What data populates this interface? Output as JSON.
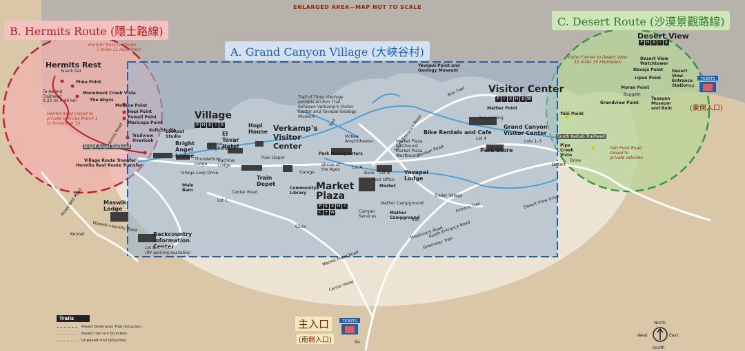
{
  "banner": "ENLARGED AREA—MAP NOT TO SCALE",
  "routes": {
    "hermits": "B. Hermits Route (隱士路線)",
    "village": "A. Grand Canyon Village (大峽谷村)",
    "desert": "C. Desert Route (沙漠景觀路線)"
  },
  "entrances": {
    "east": "(東側入口)",
    "main": "主入口",
    "main_sub": "(南側入口)"
  },
  "ticket_label": "TICKETS",
  "hwy_number": "64",
  "hermits": {
    "title": "Hermits Rest",
    "snack": "Snack bar",
    "dist": "Hermits Rest to Village",
    "dist2": "7 miles 11 kilometers",
    "trailhead": "To Hermit Trailhead",
    "trail_dist": "0.25 mi 0.40 km",
    "pima": "Pima Point",
    "monument": "Monument Creek Vista",
    "abyss": "The Abyss",
    "mohave": "Mohave Point",
    "hopi_pt": "Hopi Point",
    "powell": "Powell Point",
    "maricopa": "Maricopa Point",
    "trailview": "Trailview Overlook",
    "road_note": "Hermit Road closed to private vehicles March 1 to November 30",
    "hermit_road": "Hermit Road",
    "bright_angel_th": "Bright Angel Trailhead",
    "transfer1": "Village Route Transfer",
    "transfer2": "Hermits Rest Route Transfer"
  },
  "village": {
    "village": "Village",
    "kolb": "Kolb Studio",
    "lookout": "Lookout Studio",
    "bright_angel": "Bright Angel Lodge",
    "thunderbird": "Thunderbird Lodge",
    "kachina": "Kachina Lodge",
    "amph": "Village Amphitheater",
    "el_tovar": "El Tovar Hotel",
    "hopi_house": "Hopi House",
    "verkamps": "Verkamp's Visitor Center",
    "train_depot": "Train Depot",
    "mule_barn": "Mule Barn",
    "village_loop": "Village Loop Drive",
    "garage": "Garage",
    "community": "Community Library",
    "center_road": "Center Road",
    "lot_c": "Lot C",
    "maswik": "Maswik Lodge",
    "backcountry": "Backcountry Information Center",
    "lot_d": "Lot D",
    "rv": "(RV parking available)",
    "kennel": "Kennel",
    "rowe_well": "Rowe Well Road",
    "laundry": "Maswik Laundry Road",
    "clinic": "Clinic",
    "trail_of_time": "Trail of Time: Geology exhibits on Rim Trail between Verkamp's Visitor Center and Yavapai Geology Museum",
    "yavapai": "Yavapai Point and Geology Museum",
    "rim_trail": "Rim Trail",
    "trail": "Trail",
    "mckee": "McKee Amphitheater",
    "park_hq": "Park Headquarters",
    "shrine": "Shrine of the Ages",
    "lot_a": "Lot A",
    "bank": "Bank",
    "post": "Post Office",
    "lot_b": "Lot B",
    "market_plaza": "Market Plaza",
    "market": "Market",
    "mp_east": "Market Plaza Eastbound",
    "mp_west": "Market Plaza Westbound",
    "yavapai_lodge": "Yavapai Lodge",
    "mather_cg": "Mather Campground",
    "mather_cg2": "Mather Campground",
    "camper": "Camper Services",
    "trailer": "Trailer Village",
    "market_plaza_rd": "Market Plaza Road",
    "center_road2": "Center Road",
    "south_entrance": "South Entrance Road",
    "yavapai_rd": "Yavapai Road",
    "bike": "Bike Rentals and Cafe",
    "visitor_center": "Visitor Center",
    "gc_visitor": "Grand Canyon Visitor Center",
    "mather_pt": "Mather Point",
    "bus_parking": "Bus parking",
    "lot4": "Lot 4",
    "lots": "Lots 1–3",
    "park_store": "Park Store",
    "desert_view_rd": "Desert View Drive",
    "missionary": "Missionary Road",
    "greenway": "Greenway Trail",
    "arizona": "Arizona Trail",
    "trail2": "Trail"
  },
  "desert": {
    "title": "Desert View",
    "vc_dist": "Visitor Center to Desert View",
    "vc_dist2": "22 miles 35 kilometers",
    "dv_watch": "Desert View Watchtower",
    "navajo": "Navajo Point",
    "lipan": "Lipan Point",
    "dv_entrance": "Desert View Entrance Station",
    "moran": "Moran Point",
    "buggeln": "Buggeln",
    "tusayan": "Tusayan Museum and Ruin",
    "grandview": "Grandview Point",
    "yaki": "Yaki Point",
    "kaibab": "South Kaibab Trailhead",
    "pipe_creek": "Pipe Creek Vista",
    "yaki_note": "Yaki Point Road closed to private vehicles",
    "desert": "Desert",
    "drive": "Drive"
  },
  "legend": {
    "head": "Trails",
    "row1": "Paved Greenway Trail (bicycles)",
    "row2": "Paved trail (no bicycles)",
    "row3": "Unpaved trail (bicycles)"
  },
  "compass": {
    "north": "North",
    "south": "South",
    "east": "East",
    "west": "West"
  },
  "colors": {
    "hermits_fill": "#f2b2ae",
    "hermits_stroke": "#c0202a",
    "village_fill": "#9fb5cf",
    "village_stroke": "#1f5fb0",
    "desert_fill": "#b8d69a",
    "desert_stroke": "#2e9a3c",
    "canyon": "#b5aea8",
    "road": "#ffffff",
    "trail": "#4aa0d8"
  }
}
